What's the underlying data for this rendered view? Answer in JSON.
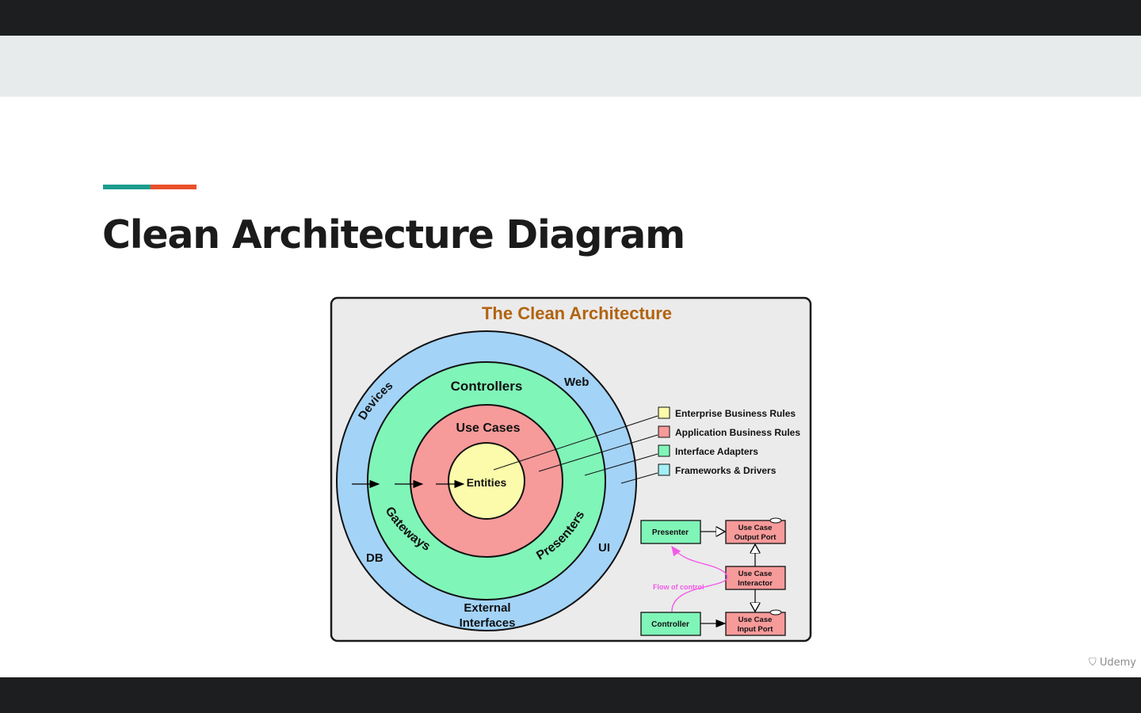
{
  "slide": {
    "title": "Clean Architecture Diagram",
    "accent_colors": [
      "#1b9c8c",
      "#e8502a"
    ]
  },
  "diagram": {
    "heading": "The Clean Architecture",
    "heading_color": "#b1640f",
    "rings": {
      "outer": {
        "labels": [
          "Devices",
          "Web",
          "UI",
          "DB",
          "External",
          "Interfaces"
        ],
        "color": "#a3d3f7"
      },
      "adapters": {
        "labels": [
          "Controllers",
          "Gateways",
          "Presenters"
        ],
        "color": "#80f5b8"
      },
      "use_cases": {
        "label": "Use Cases",
        "color": "#f79a9a"
      },
      "entities": {
        "label": "Entities",
        "color": "#fbfbab"
      }
    },
    "legend": [
      {
        "label": "Enterprise Business Rules",
        "color": "#fbfbab"
      },
      {
        "label": "Application Business Rules",
        "color": "#f79a9a"
      },
      {
        "label": "Interface Adapters",
        "color": "#80f5b8"
      },
      {
        "label": "Frameworks & Drivers",
        "color": "#a3eef7"
      }
    ],
    "flow": {
      "presenter": "Presenter",
      "controller": "Controller",
      "output_port": [
        "Use Case",
        "Output Port"
      ],
      "interactor": [
        "Use Case",
        "Interactor"
      ],
      "input_port": [
        "Use Case",
        "Input Port"
      ],
      "flow_label": "Flow of control"
    }
  },
  "watermark": "Udemy"
}
